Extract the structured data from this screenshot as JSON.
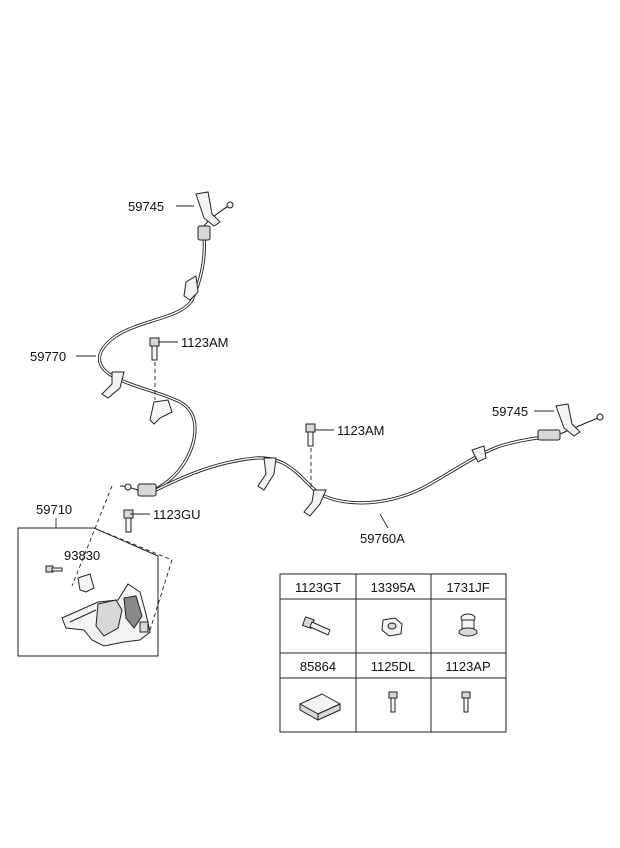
{
  "labels": {
    "clip_upper": "59745",
    "clip_right": "59745",
    "cable_left": "59770",
    "cable_right": "59760A",
    "bolt_upper": "1123AM",
    "bolt_middle": "1123AM",
    "bolt_lever": "1123GU",
    "lever_assy": "59710",
    "lever_bolt": "93830"
  },
  "parts_table": [
    {
      "code": "1123GT",
      "icon": "bolt-long-icon"
    },
    {
      "code": "13395A",
      "icon": "nut-icon"
    },
    {
      "code": "1731JF",
      "icon": "flange-plug-icon"
    },
    {
      "code": "85864",
      "icon": "pad-icon"
    },
    {
      "code": "1125DL",
      "icon": "screw-icon"
    },
    {
      "code": "1123AP",
      "icon": "screw-small-icon"
    }
  ]
}
